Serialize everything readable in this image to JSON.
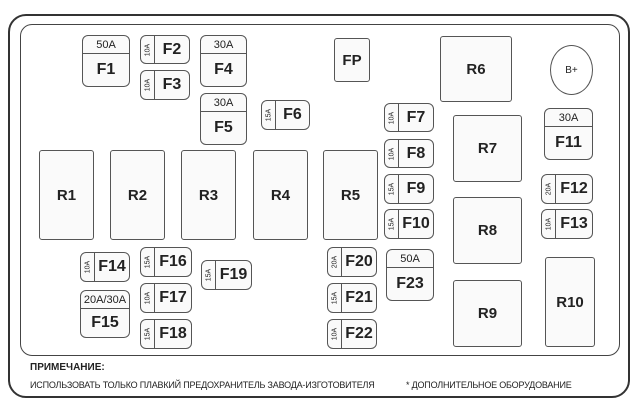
{
  "relays": [
    {
      "id": "R1",
      "label": "R1"
    },
    {
      "id": "R2",
      "label": "R2"
    },
    {
      "id": "R3",
      "label": "R3"
    },
    {
      "id": "R4",
      "label": "R4"
    },
    {
      "id": "R5",
      "label": "R5"
    },
    {
      "id": "R6",
      "label": "R6"
    },
    {
      "id": "R7",
      "label": "R7"
    },
    {
      "id": "R8",
      "label": "R8"
    },
    {
      "id": "R9",
      "label": "R9"
    },
    {
      "id": "R10",
      "label": "R10"
    },
    {
      "id": "FP",
      "label": "FP"
    }
  ],
  "fuses": [
    {
      "id": "F1",
      "label": "F1",
      "rating": "50A",
      "style": "large"
    },
    {
      "id": "F2",
      "label": "F2",
      "rating": "10A",
      "style": "mini"
    },
    {
      "id": "F3",
      "label": "F3",
      "rating": "10A",
      "style": "mini"
    },
    {
      "id": "F4",
      "label": "F4",
      "rating": "30A",
      "style": "large"
    },
    {
      "id": "F5",
      "label": "F5",
      "rating": "30A",
      "style": "large"
    },
    {
      "id": "F6",
      "label": "F6",
      "rating": "15A",
      "style": "mini"
    },
    {
      "id": "F7",
      "label": "F7",
      "rating": "10A",
      "style": "mini"
    },
    {
      "id": "F8",
      "label": "F8",
      "rating": "10A",
      "style": "mini"
    },
    {
      "id": "F9",
      "label": "F9",
      "rating": "15A",
      "style": "mini"
    },
    {
      "id": "F10",
      "label": "F10",
      "rating": "15A",
      "style": "mini"
    },
    {
      "id": "F11",
      "label": "F11",
      "rating": "30A",
      "style": "large"
    },
    {
      "id": "F12",
      "label": "F12",
      "rating": "20A",
      "style": "mini"
    },
    {
      "id": "F13",
      "label": "F13",
      "rating": "10A",
      "style": "mini"
    },
    {
      "id": "F14",
      "label": "F14",
      "rating": "10A",
      "style": "mini"
    },
    {
      "id": "F15",
      "label": "F15",
      "rating": "20A/30A",
      "style": "large"
    },
    {
      "id": "F16",
      "label": "F16",
      "rating": "15A",
      "style": "mini"
    },
    {
      "id": "F17",
      "label": "F17",
      "rating": "10A",
      "style": "mini"
    },
    {
      "id": "F18",
      "label": "F18",
      "rating": "15A",
      "style": "mini"
    },
    {
      "id": "F19",
      "label": "F19",
      "rating": "15A",
      "style": "mini"
    },
    {
      "id": "F20",
      "label": "F20",
      "rating": "20A",
      "style": "mini"
    },
    {
      "id": "F21",
      "label": "F21",
      "rating": "15A",
      "style": "mini"
    },
    {
      "id": "F22",
      "label": "F22",
      "rating": "10A",
      "style": "mini"
    },
    {
      "id": "F23",
      "label": "F23",
      "rating": "50A",
      "style": "large"
    }
  ],
  "terminal": {
    "label": "B+"
  },
  "notes": {
    "title": "ПРИМЕЧАНИЕ:",
    "text": "ИСПОЛЬЗОВАТЬ ТОЛЬКО ПЛАВКИЙ ПРЕДОХРАНИТЕЛЬ ЗАВОДА-ИЗГОТОВИТЕЛЯ",
    "optional": "* ДОПОЛНИТЕЛЬНОЕ ОБОРУДОВАНИЕ"
  }
}
